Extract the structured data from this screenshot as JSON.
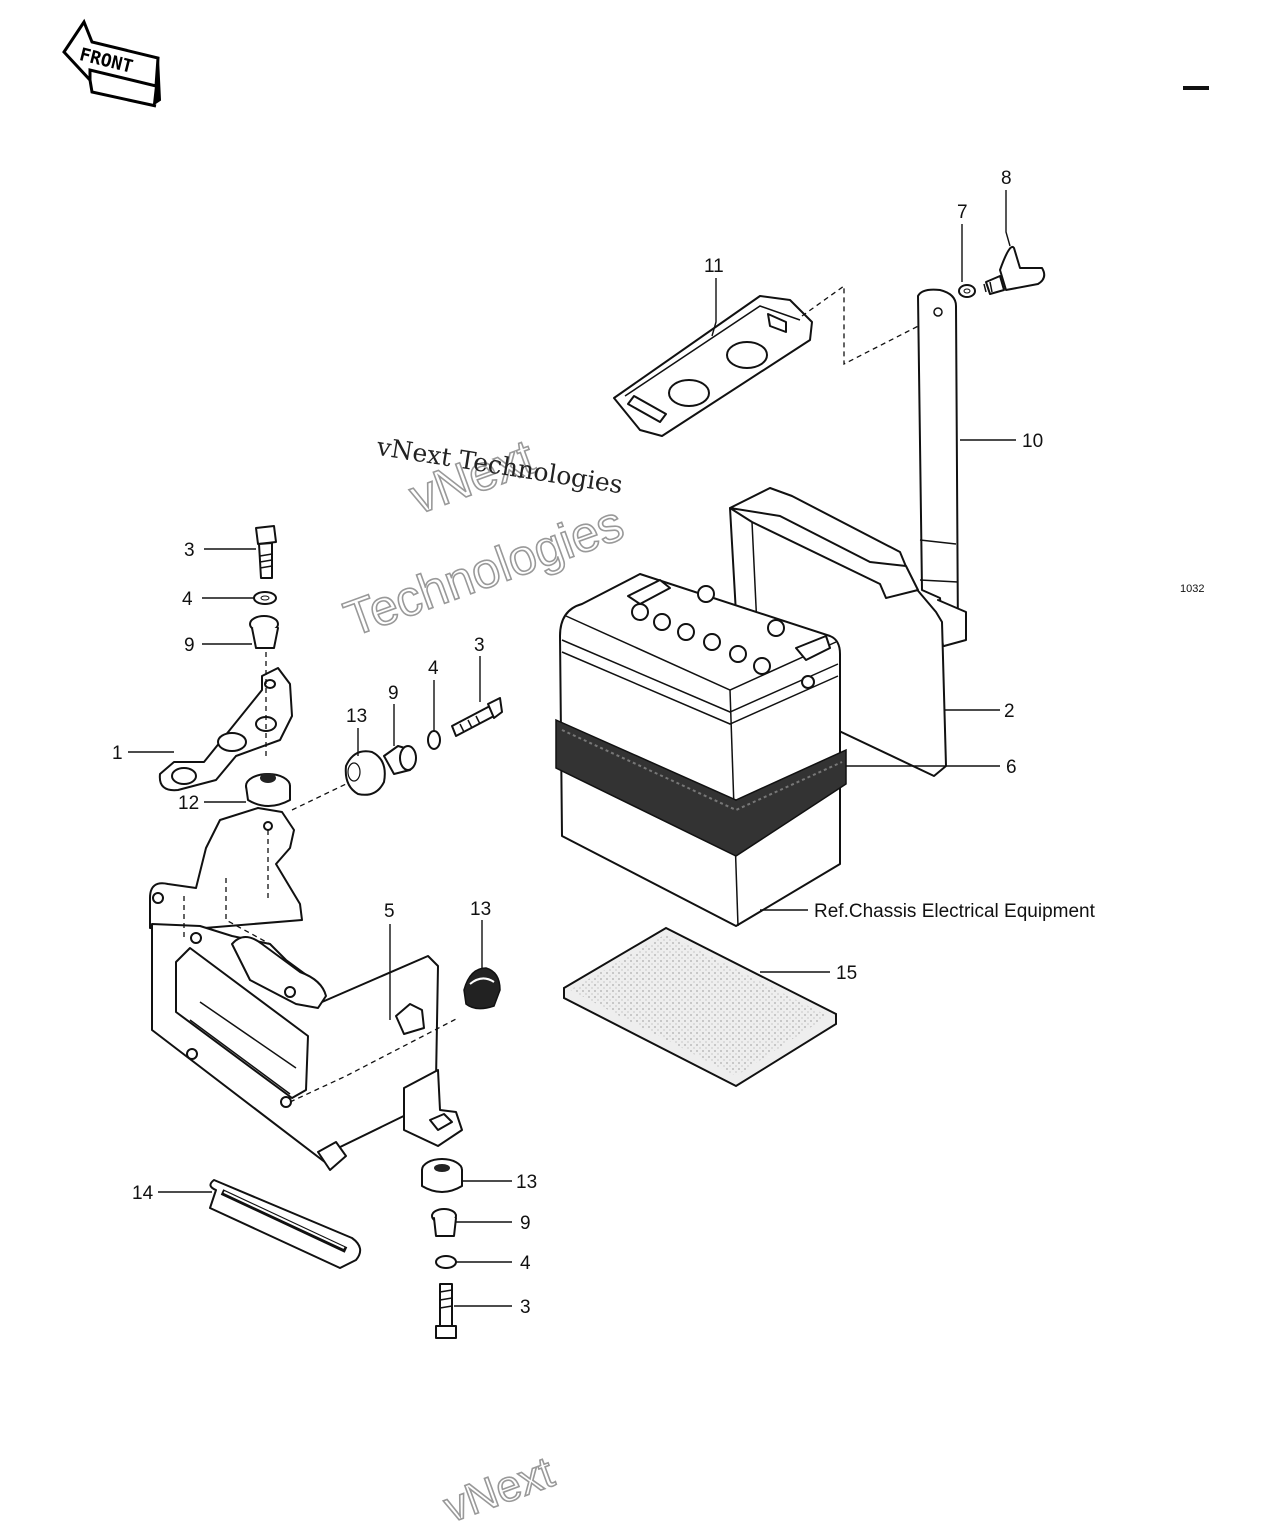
{
  "front_arrow": {
    "label": "FRONT"
  },
  "figure_code": "1032",
  "watermark": {
    "line1": "vNext Technologies",
    "line2": "vNext",
    "line3": "Technologies",
    "bottom": "vNext"
  },
  "callouts": [
    {
      "id": "c1",
      "text": "1"
    },
    {
      "id": "c2",
      "text": "2"
    },
    {
      "id": "c3a",
      "text": "3"
    },
    {
      "id": "c3b",
      "text": "3"
    },
    {
      "id": "c3c",
      "text": "3"
    },
    {
      "id": "c4a",
      "text": "4"
    },
    {
      "id": "c4b",
      "text": "4"
    },
    {
      "id": "c4c",
      "text": "4"
    },
    {
      "id": "c5",
      "text": "5"
    },
    {
      "id": "c6",
      "text": "6"
    },
    {
      "id": "c7",
      "text": "7"
    },
    {
      "id": "c8",
      "text": "8"
    },
    {
      "id": "c9a",
      "text": "9"
    },
    {
      "id": "c9b",
      "text": "9"
    },
    {
      "id": "c9c",
      "text": "9"
    },
    {
      "id": "c10",
      "text": "10"
    },
    {
      "id": "c11",
      "text": "11"
    },
    {
      "id": "c12",
      "text": "12"
    },
    {
      "id": "c13a",
      "text": "13"
    },
    {
      "id": "c13b",
      "text": "13"
    },
    {
      "id": "c13c",
      "text": "13"
    },
    {
      "id": "c14",
      "text": "14"
    },
    {
      "id": "c15",
      "text": "15"
    }
  ],
  "reference": "Ref.Chassis Electrical Equipment"
}
